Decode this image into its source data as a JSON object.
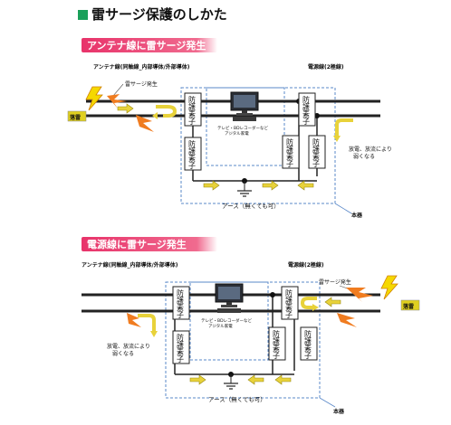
{
  "page_title": "雷サージ保護のしかた",
  "colors": {
    "accent": "#1aa05a",
    "banner": "#e8336a",
    "surge": "#f07c20",
    "ground_path": "#e8d23a",
    "dashed": "#5a88c8",
    "tag": "#e0d020"
  },
  "sections": [
    {
      "banner": "アンテナ線に雷サージ発生",
      "antenna_label": "アンテナ線(同軸線_内部導体/外部導体)",
      "power_label": "電源線(2極線)",
      "surge_label": "雷サージ発生",
      "lightning_tag": "落雷",
      "element_chars": [
        "防",
        "護",
        "素",
        "子"
      ],
      "tv_label_1": "テレビ・BDレコーダーなど",
      "tv_label_2": "アジタル家電",
      "discharge_1": "放電、放流により",
      "discharge_2": "弱くなる",
      "earth_label": "アース（無くても可）",
      "body_label": "本器"
    },
    {
      "banner": "電源線に雷サージ発生",
      "antenna_label": "アンテナ線(同軸線_内部導体/外部導体)",
      "power_label": "電源線(2極線)",
      "surge_label": "雷サージ発生",
      "lightning_tag": "落雷",
      "element_chars": [
        "防",
        "護",
        "素",
        "子"
      ],
      "tv_label_1": "テレビ・BDレコーダーなど",
      "tv_label_2": "アジタル家電",
      "discharge_1": "放電、放流により",
      "discharge_2": "弱くなる",
      "earth_label": "アース（無くても可）",
      "body_label": "本器"
    }
  ]
}
